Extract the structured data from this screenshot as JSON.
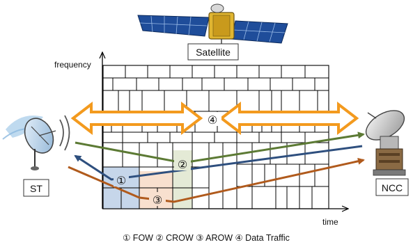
{
  "labels": {
    "satellite": "Satellite",
    "frequency": "frequency",
    "time": "time",
    "st": "ST",
    "ncc": "NCC"
  },
  "markers": {
    "fow": "①",
    "crow": "②",
    "arow": "③",
    "data_traffic": "④"
  },
  "caption": "① FOW ② CROW ③ AROW ④ Data Traffic",
  "colors": {
    "fow": "#2e4f7e",
    "crow": "#5c7a34",
    "arow": "#b05a1c",
    "data_traffic": "#f39a1e",
    "fow_region": "#c6d6ea",
    "crow_region": "#e4ead6",
    "arow_region": "#f8e0cf",
    "satellite_panel": "#1f4d9a"
  },
  "icons": {
    "satellite": "satellite-icon",
    "st": "satellite-dish-terminal-icon",
    "ncc": "ground-station-antenna-icon"
  }
}
